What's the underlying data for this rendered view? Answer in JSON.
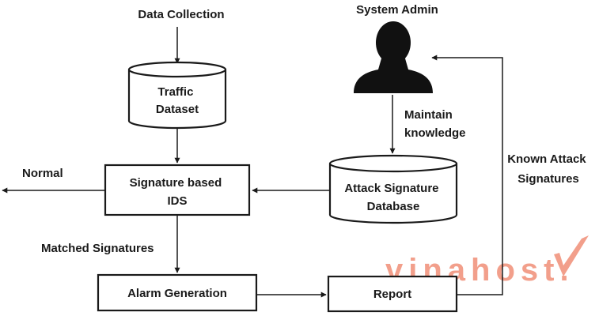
{
  "nodes": {
    "data_collection": "Data Collection",
    "traffic_dataset": [
      "Traffic",
      "Dataset"
    ],
    "system_admin": "System Admin",
    "maintain_knowledge": [
      "Maintain",
      "knowledge"
    ],
    "known_attack_signatures": [
      "Known Attack",
      "Signatures"
    ],
    "normal": "Normal",
    "signature_ids": [
      "Signature based",
      "IDS"
    ],
    "attack_db": [
      "Attack Signature",
      "Database"
    ],
    "matched_signatures": "Matched Signatures",
    "alarm_generation": "Alarm Generation",
    "report": "Report"
  },
  "watermark": {
    "brand": "vinahost.",
    "mark_icon": "checkmark-logo-icon",
    "color": "#e8512e"
  },
  "colors": {
    "line": "#1a1a1a",
    "admin_silhouette": "#111111"
  }
}
